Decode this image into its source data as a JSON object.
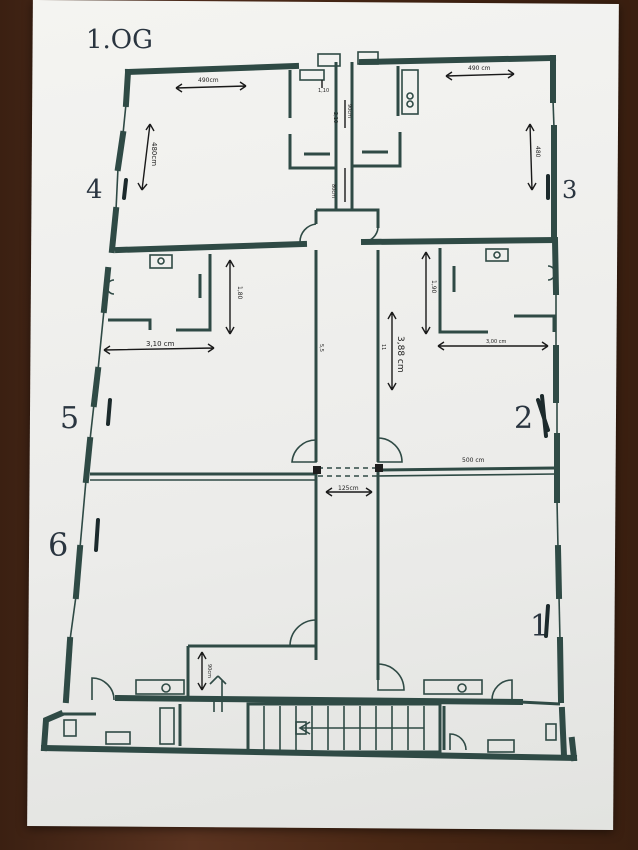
{
  "title": "1.OG",
  "room_numbers": [
    "1",
    "2",
    "3",
    "4",
    "5",
    "6"
  ],
  "dimensions": {
    "room4_width": "490cm",
    "room3_width": "490 cm",
    "room4_depth": "480cm",
    "room3_depth": "480",
    "wc_small_1": "1,10",
    "wc_small_2": "2,10",
    "wc_small_3": "90cm",
    "wc_small_4": "80cm",
    "bath_left_width": "3,10 cm",
    "bath_right_width": "3,00 cm",
    "bath_left_depth": "1,80",
    "bath_right_depth": "1,90",
    "corridor_left": "5,5",
    "corridor_right": "11",
    "corridor_length": "3,88 cm",
    "corridor_width": "125cm",
    "room2_width": "500 cm",
    "stair_dim": "90cm"
  },
  "colors": {
    "wall": "#2f4a45",
    "paper": "#efefec",
    "ink": "#1a1a1a"
  }
}
